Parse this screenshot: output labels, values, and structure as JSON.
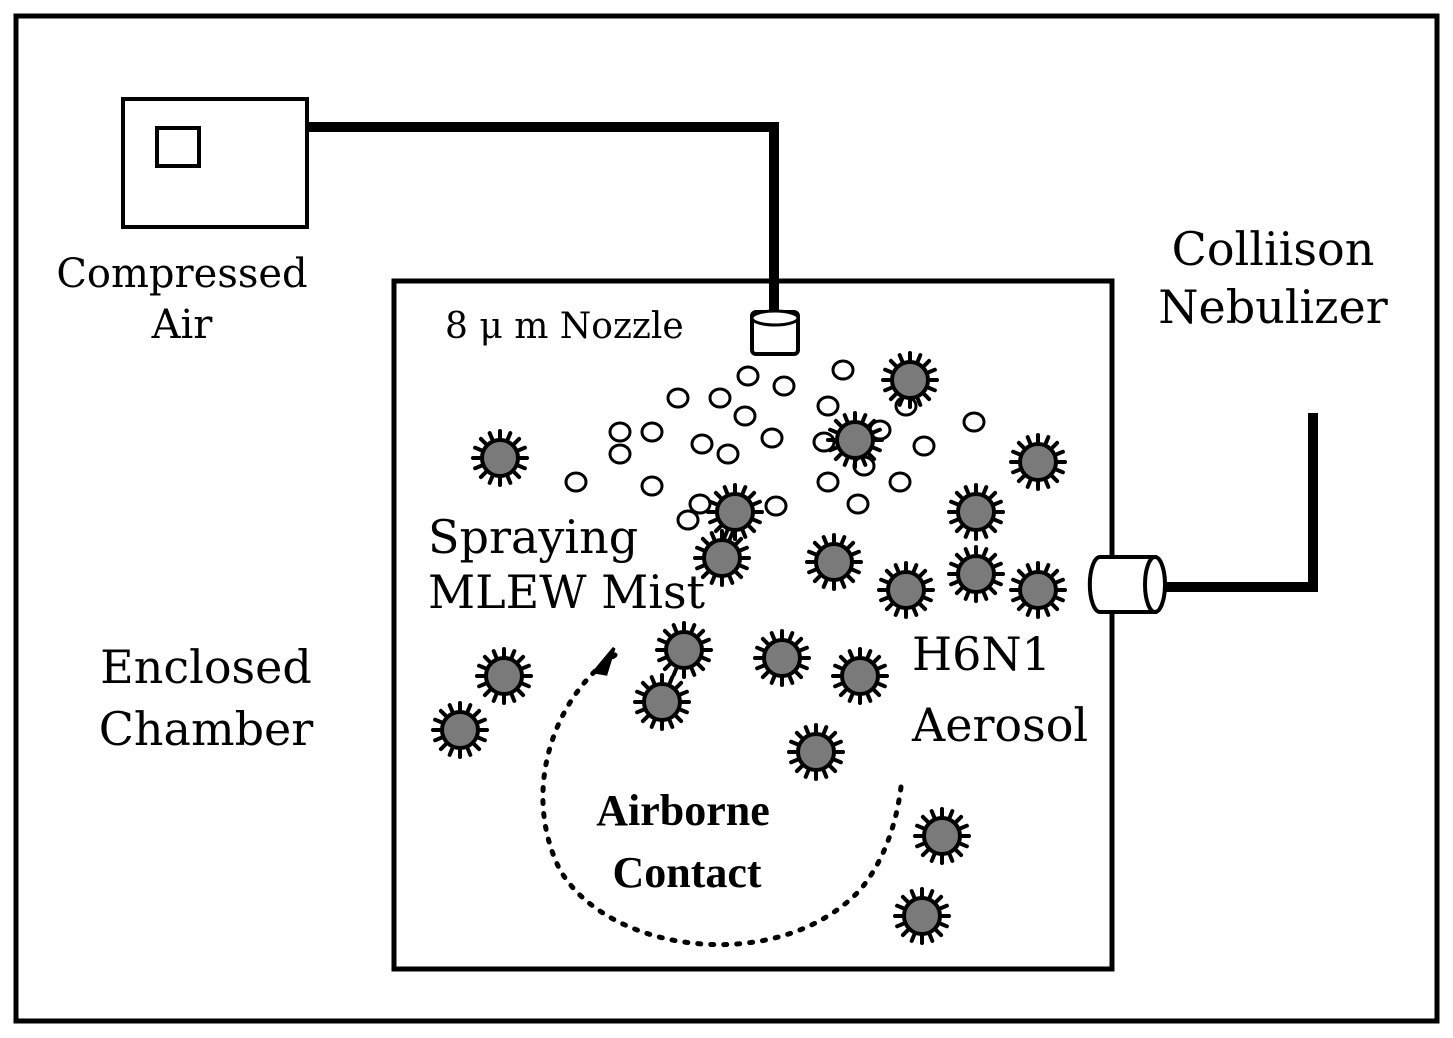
{
  "labels": {
    "compressed_air_line1": "Compressed",
    "compressed_air_line2": "Air",
    "nozzle": "8 μ m Nozzle",
    "nebulizer_line1": "Colliison",
    "nebulizer_line2": "Nebulizer",
    "mist_line1": "Spraying",
    "mist_line2": "MLEW Mist",
    "chamber_line1": "Enclosed",
    "chamber_line2": "Chamber",
    "aerosol_line1": "H6N1",
    "aerosol_line2": "Aerosol",
    "contact_line1": "Airborne",
    "contact_line2": "Contact"
  },
  "colors": {
    "stroke": "#000000",
    "virus_fill": "#7a7a7a",
    "mist_fill": "#ffffff"
  },
  "icons": [
    "compressor-icon",
    "nozzle-icon",
    "nebulizer-icon",
    "virus-particle-icon",
    "mist-droplet-icon",
    "circular-arrow-icon"
  ]
}
